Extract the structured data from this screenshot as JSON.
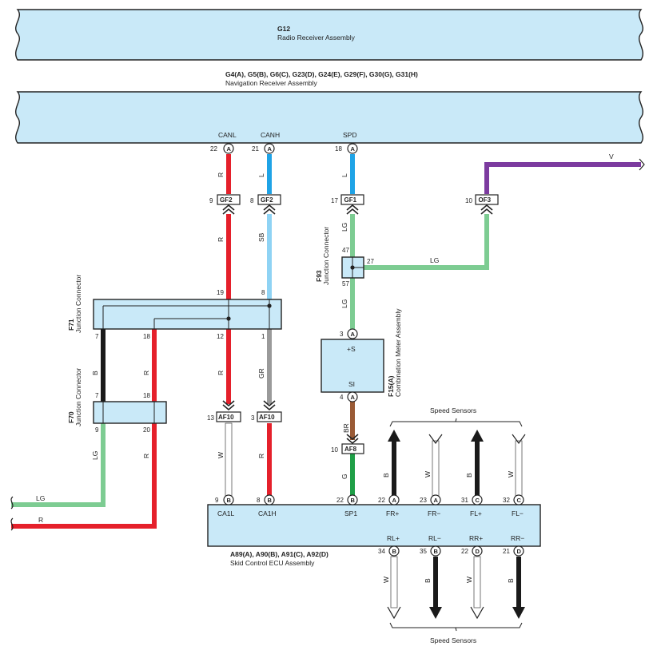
{
  "colors": {
    "red": "#e5202b",
    "blue": "#1fa3e6",
    "sky_blue": "#8fd3f4",
    "light_green": "#7dcc92",
    "green": "#1f9f47",
    "violet": "#7c3b9f",
    "gray": "#9a9a9a",
    "brown": "#9a5a35",
    "black": "#1a1a1a",
    "white_wire": "#ffffff",
    "component_fill": "#c9e9f8"
  },
  "radio": {
    "code": "G12",
    "name": "Radio Receiver Assembly"
  },
  "nav": {
    "codes": "G4(A), G5(B), G6(C), G23(D), G24(E), G29(F), G30(G), G31(H)",
    "name": "Navigation Receiver Assembly",
    "pins": [
      {
        "label": "CANL",
        "num": "22",
        "conn": "A"
      },
      {
        "label": "CANH",
        "num": "21",
        "conn": "A"
      },
      {
        "label": "SPD",
        "num": "18",
        "conn": "A"
      }
    ]
  },
  "wire_colors": {
    "canl_top": "R",
    "canh_top": "L",
    "spd_top": "L",
    "v_wire": "V",
    "canl_mid": "R",
    "canh_mid": "SB",
    "spd_mid": "LG",
    "of3_junction": "LG",
    "junction_lower": "LG",
    "f71_pin7": "B",
    "f71_pin18": "R",
    "canl_low": "R",
    "canh_low": "GR",
    "f70_pin9": "LG",
    "f70_pin20": "R",
    "af10_canl": "W",
    "af10_canh": "R",
    "meter_out": "BR",
    "af8_out": "G",
    "left_lg": "LG",
    "left_r": "R"
  },
  "connectors": {
    "gf2_canl": {
      "num": "9",
      "code": "GF2"
    },
    "gf2_canh": {
      "num": "8",
      "code": "GF2"
    },
    "gf1": {
      "num": "17",
      "code": "GF1"
    },
    "of3": {
      "num": "10",
      "code": "OF3"
    },
    "af10_canl": {
      "num": "13",
      "code": "AF10"
    },
    "af10_canh": {
      "num": "3",
      "code": "AF10"
    },
    "af8": {
      "num": "10",
      "code": "AF8"
    }
  },
  "f93": {
    "code": "F93",
    "name": "Junction Connector",
    "pin_top": "47",
    "pin_right": "27",
    "pin_bottom": "57"
  },
  "f71": {
    "code": "F71",
    "name": "Junction Connector",
    "pin_19": "19",
    "pin_8": "8",
    "pin_7": "7",
    "pin_18": "18",
    "pin_12": "12",
    "pin_1": "1"
  },
  "f70": {
    "code": "F70",
    "name": "Junction Connector",
    "pin_7": "7",
    "pin_18": "18",
    "pin_9": "9",
    "pin_20": "20"
  },
  "meter": {
    "code": "F15(A)",
    "name": "Combination Meter Assembly",
    "in_num": "3",
    "in_conn": "A",
    "in_label": "+S",
    "out_label": "SI",
    "out_num": "4",
    "out_conn": "A"
  },
  "ecu": {
    "codes": "A89(A), A90(B), A91(C), A92(D)",
    "name": "Skid Control ECU Assembly",
    "top_pins": [
      {
        "num": "9",
        "conn": "B",
        "label": "CA1L"
      },
      {
        "num": "8",
        "conn": "B",
        "label": "CA1H"
      },
      {
        "num": "22",
        "conn": "B",
        "label": "SP1"
      },
      {
        "num": "22",
        "conn": "A",
        "label": "FR+",
        "wire": "B"
      },
      {
        "num": "23",
        "conn": "A",
        "label": "FR−",
        "wire": "W"
      },
      {
        "num": "31",
        "conn": "C",
        "label": "FL+",
        "wire": "B"
      },
      {
        "num": "32",
        "conn": "C",
        "label": "FL−",
        "wire": "W"
      }
    ],
    "bottom_pins": [
      {
        "num": "34",
        "conn": "B",
        "label": "RL+",
        "wire": "W"
      },
      {
        "num": "35",
        "conn": "B",
        "label": "RL−",
        "wire": "B"
      },
      {
        "num": "22",
        "conn": "D",
        "label": "RR+",
        "wire": "W"
      },
      {
        "num": "21",
        "conn": "D",
        "label": "RR−",
        "wire": "B"
      }
    ]
  },
  "speed_sensors_top": "Speed Sensors",
  "speed_sensors_bottom": "Speed Sensors"
}
